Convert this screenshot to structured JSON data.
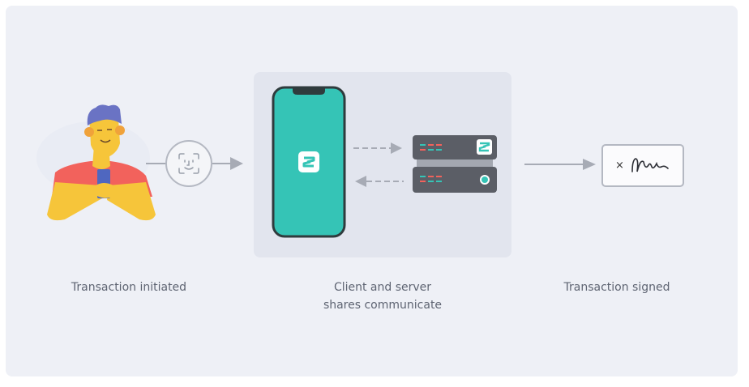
{
  "diagram": {
    "steps": [
      {
        "id": "initiated",
        "label": "Transaction initiated"
      },
      {
        "id": "communicate",
        "label_line1": "Client and server",
        "label_line2": "shares communicate"
      },
      {
        "id": "signed",
        "label": "Transaction signed"
      }
    ],
    "signature": {
      "mark": "×"
    },
    "icons": [
      "person-with-phone-icon",
      "face-id-icon",
      "smartphone-icon",
      "app-logo-icon",
      "server-icon",
      "status-dot-icon",
      "signature-icon"
    ],
    "colors": {
      "card_bg": "#eef0f6",
      "panel_bg": "#e2e5ee",
      "teal": "#35c4b6",
      "phone_frame": "#2f3b3d",
      "server": "#5b5e66",
      "arrow": "#a7abb5",
      "skin": "#f6c53a",
      "shirt": "#f2625c",
      "hair": "#6a73c4"
    }
  }
}
